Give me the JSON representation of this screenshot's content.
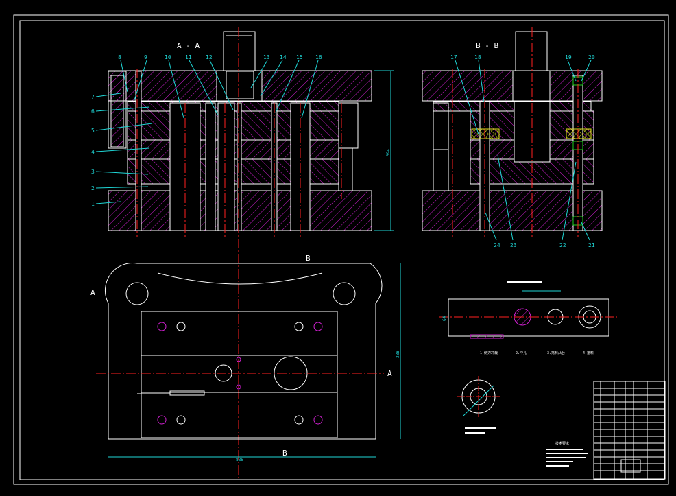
{
  "colors": {
    "background": "#000000",
    "outline": "#ffffff",
    "hatch": "#d020d0",
    "centerline": "#ff2020",
    "leader": "#1fd6d6",
    "spring": "#e0e020",
    "guide": "#20d020"
  },
  "views": {
    "section_aa_title": "A - A",
    "section_bb_title": "B - B",
    "plan_marker_a": "A",
    "plan_marker_b": "B"
  },
  "parts": {
    "left_numbers": [
      "7",
      "6",
      "5",
      "4",
      "3",
      "2",
      "1"
    ],
    "top_numbers_aa": [
      "8",
      "9",
      "10",
      "11",
      "12",
      "13",
      "14",
      "15",
      "16"
    ],
    "top_numbers_bb": [
      "17",
      "18",
      "19",
      "20"
    ],
    "bottom_numbers_bb": [
      "24",
      "23",
      "22",
      "21"
    ]
  },
  "dimensions": {
    "height": "394",
    "width": "886",
    "depth": "288",
    "strip": "64"
  },
  "strip_layout": {
    "steps": [
      "1.侧刃冲裁",
      "2.冲孔",
      "3.落料凸台",
      "4.落料"
    ]
  },
  "notes": {
    "heading": "技术要求"
  }
}
